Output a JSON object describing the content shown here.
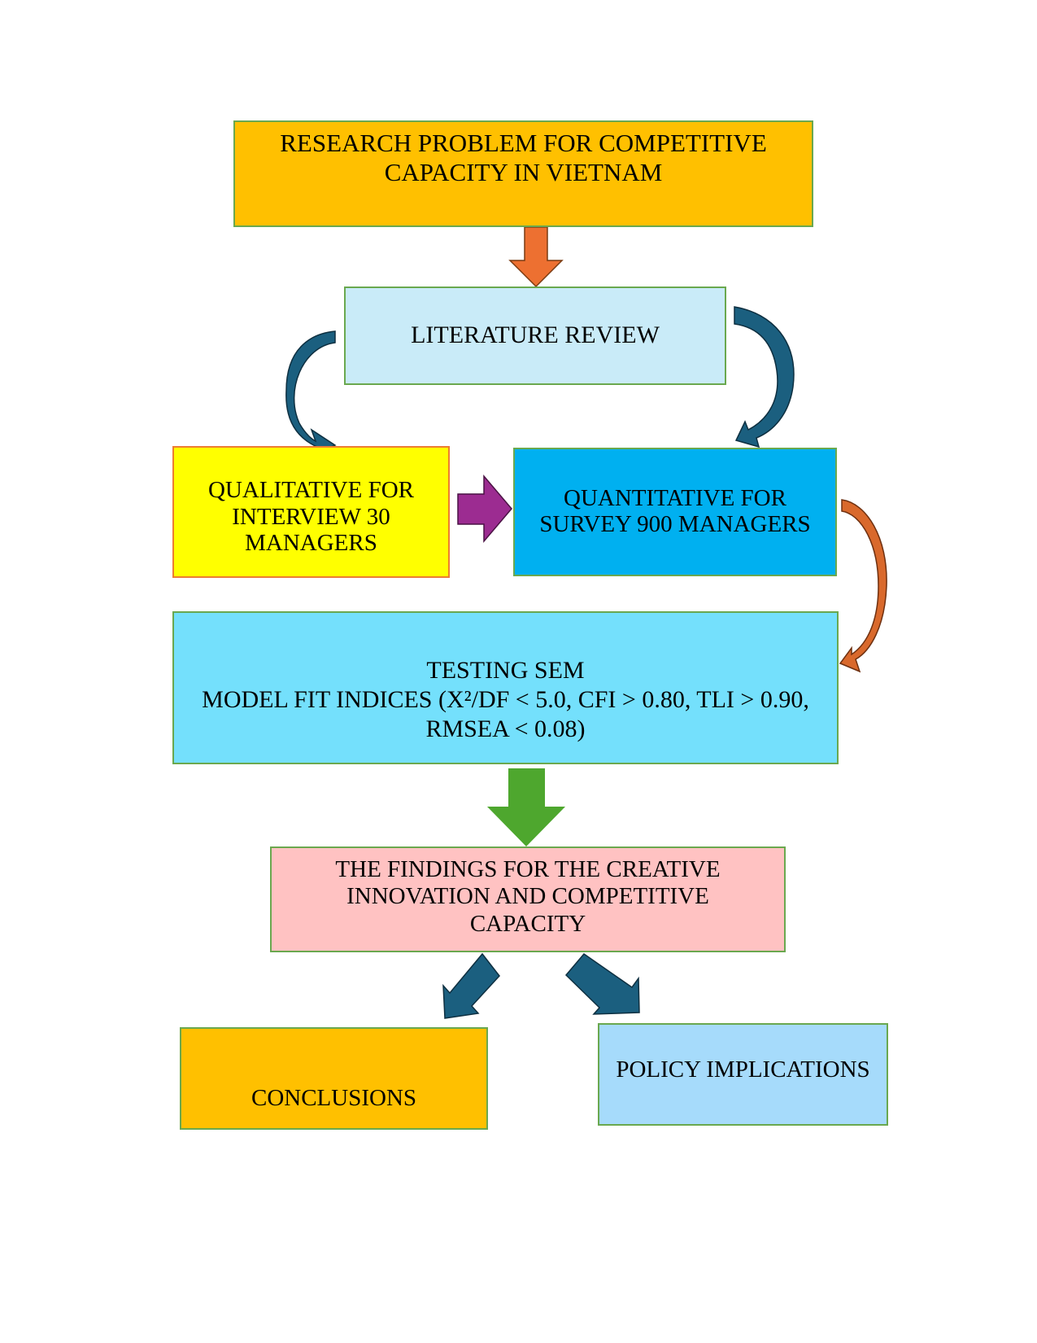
{
  "diagram": {
    "type": "research-methodology-flowchart",
    "colors": {
      "box_border": "#6aa84f",
      "research_problem": "#ffc000",
      "literature_review": "#c9ebf8",
      "qualitative": "#ffff00",
      "qualitative_border": "#ed7d31",
      "quantitative": "#00b0f0",
      "testing_sem": "#74e0fc",
      "findings": "#ffc2c2",
      "conclusions": "#ffc000",
      "policy_implications": "#a6dbfb",
      "arrow_orange": "#ed7031",
      "arrow_teal": "#1b5f7f",
      "arrow_purple": "#9c2c91",
      "arrow_rust": "#d9692c",
      "arrow_green": "#4ea72e"
    },
    "nodes": {
      "research_problem": "RESEARCH PROBLEM FOR COMPETITIVE\nCAPACITY IN VIETNAM",
      "literature_review": "LITERATURE REVIEW",
      "qualitative": "QUALITATIVE FOR\nINTERVIEW 30\nMANAGERS",
      "quantitative": "QUANTITATIVE FOR\nSURVEY 900 MANAGERS",
      "testing_sem": "TESTING SEM\nMODEL FIT INDICES (X²/DF < 5.0, CFI > 0.80, TLI > 0.90,\nRMSEA < 0.08)",
      "findings": "THE FINDINGS FOR THE CREATIVE\nINNOVATION AND COMPETITIVE\nCAPACITY",
      "conclusions": "CONCLUSIONS",
      "policy_implications": "POLICY IMPLICATIONS"
    },
    "edges": [
      {
        "from": "research_problem",
        "to": "literature_review",
        "style": "block-arrow-down"
      },
      {
        "from": "literature_review",
        "to": "qualitative",
        "style": "curved-arrow"
      },
      {
        "from": "literature_review",
        "to": "quantitative",
        "style": "curved-arrow"
      },
      {
        "from": "qualitative",
        "to": "quantitative",
        "style": "block-arrow-right"
      },
      {
        "from": "quantitative",
        "to": "testing_sem",
        "style": "curved-arrow"
      },
      {
        "from": "testing_sem",
        "to": "findings",
        "style": "block-arrow-down"
      },
      {
        "from": "findings",
        "to": "conclusions",
        "style": "diagonal-block-arrow"
      },
      {
        "from": "findings",
        "to": "policy_implications",
        "style": "diagonal-block-arrow"
      }
    ]
  }
}
